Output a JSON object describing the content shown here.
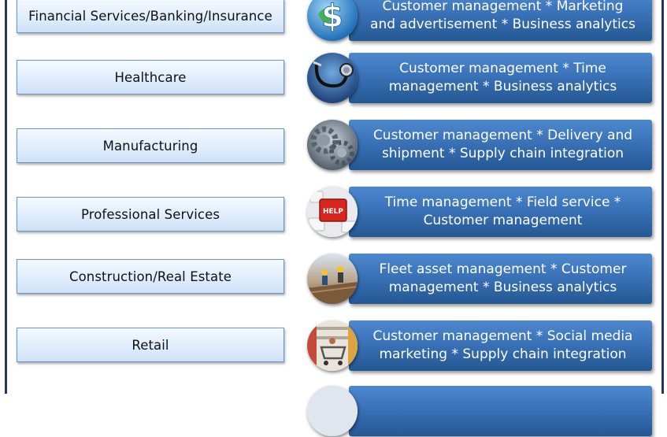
{
  "rows": [
    {
      "industry": "Financial Services/Banking/Insurance",
      "features": "Customer management * Marketing and advertisement * Business analytics",
      "icon": "dollar-globe-icon"
    },
    {
      "industry": "Healthcare",
      "features": "Customer management * Time management * Business analytics",
      "icon": "stethoscope-icon"
    },
    {
      "industry": "Manufacturing",
      "features": "Customer management * Delivery and shipment * Supply chain integration",
      "icon": "gears-icon"
    },
    {
      "industry": "Professional Services",
      "features": "Time management * Field service * Customer management",
      "icon": "help-key-icon",
      "icon_text": "HELP"
    },
    {
      "industry": "Construction/Real Estate",
      "features": "Fleet asset management * Customer management * Business analytics",
      "icon": "construction-workers-icon"
    },
    {
      "industry": "Retail",
      "features": "Customer management * Social media marketing * Supply chain integration",
      "icon": "shopping-cart-icon"
    },
    {
      "industry": "",
      "features": "",
      "icon": "partial-icon"
    }
  ],
  "colors": {
    "frame": "#23365c",
    "industry_border": "#6b96cc",
    "industry_fill": "#e0edfc",
    "feature_fill": "#3a72b8"
  }
}
